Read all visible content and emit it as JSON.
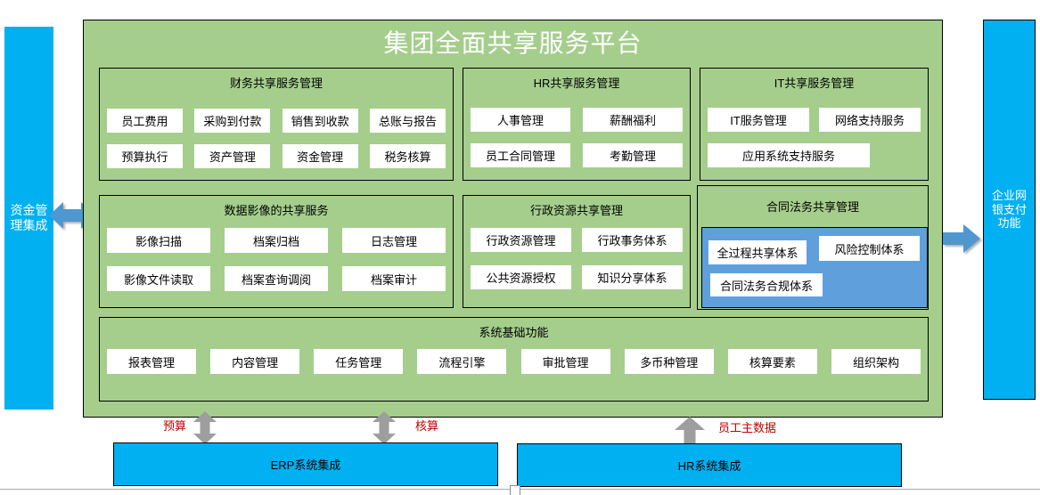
{
  "title": "集团全面共享服务平台",
  "left_bar": {
    "label": "资金管理集成"
  },
  "right_bar": {
    "label": "企业网银支付功能"
  },
  "panels": {
    "finance": {
      "title": "财务共享服务管理",
      "items": [
        "员工费用",
        "采购到付款",
        "销售到收款",
        "总账与报告",
        "预算执行",
        "资产管理",
        "资金管理",
        "税务核算"
      ]
    },
    "hr": {
      "title": "HR共享服务管理",
      "items": [
        "人事管理",
        "薪酬福利",
        "员工合同管理",
        "考勤管理"
      ]
    },
    "it": {
      "title": "IT共享服务管理",
      "items": [
        "IT服务管理",
        "网络支持服务",
        "应用系统支持服务"
      ]
    },
    "imaging": {
      "title": "数据影像的共享服务",
      "items": [
        "影像扫描",
        "档案归档",
        "日志管理",
        "影像文件读取",
        "档案查询调阅",
        "档案审计"
      ]
    },
    "admin": {
      "title": "行政资源共享管理",
      "items": [
        "行政资源管理",
        "行政事务体系",
        "公共资源授权",
        "知识分享体系"
      ]
    },
    "legal": {
      "title": "合同法务共享管理",
      "items": [
        "全过程共享体系",
        "风险控制体系",
        "合同法务合规体系"
      ]
    },
    "base": {
      "title": "系统基础功能",
      "items": [
        "报表管理",
        "内容管理",
        "任务管理",
        "流程引擎",
        "审批管理",
        "多币种管理",
        "核算要素",
        "组织架构"
      ]
    }
  },
  "connectors": {
    "budget": "预算",
    "accounting": "核算",
    "employee_master": "员工主数据"
  },
  "bottom_bars": {
    "erp": "ERP系统集成",
    "hr": "HR系统集成"
  },
  "colors": {
    "panel_green": "#A5CE8C",
    "bar_cyan": "#00B0F0",
    "box_blue": "#5FA0DC",
    "arrow_blue": "#4E97D1",
    "arrow_gray": "#9E9E9E",
    "label_red": "#C00000"
  }
}
